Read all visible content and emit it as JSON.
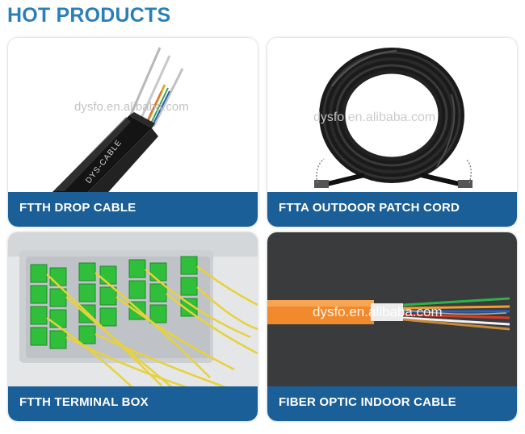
{
  "header": {
    "title": "HOT PRODUCTS"
  },
  "products": [
    {
      "caption": "FTTH DROP CABLE",
      "cable_print": "DYS-CABLE",
      "watermark": "dysfo.en.alibaba.com",
      "image_icon": "drop-cable-photo"
    },
    {
      "caption": "FTTA OUTDOOR PATCH CORD",
      "watermark": "dysfo.en.alibaba.com",
      "image_icon": "patch-cord-coil-photo"
    },
    {
      "caption": "FTTH TERMINAL BOX",
      "image_icon": "terminal-box-photo"
    },
    {
      "caption": "FIBER OPTIC INDOOR CABLE",
      "watermark": "dysfo.en.alibaba.com",
      "image_icon": "indoor-cable-photo"
    }
  ],
  "colors": {
    "title": "#2b7fb8",
    "caption_bg": "#1b5f98",
    "caption_text": "#ffffff",
    "cable_orange": "#f08a2c",
    "adapter_green": "#2fbf3a",
    "pigtail_yellow": "#e8d23a"
  }
}
